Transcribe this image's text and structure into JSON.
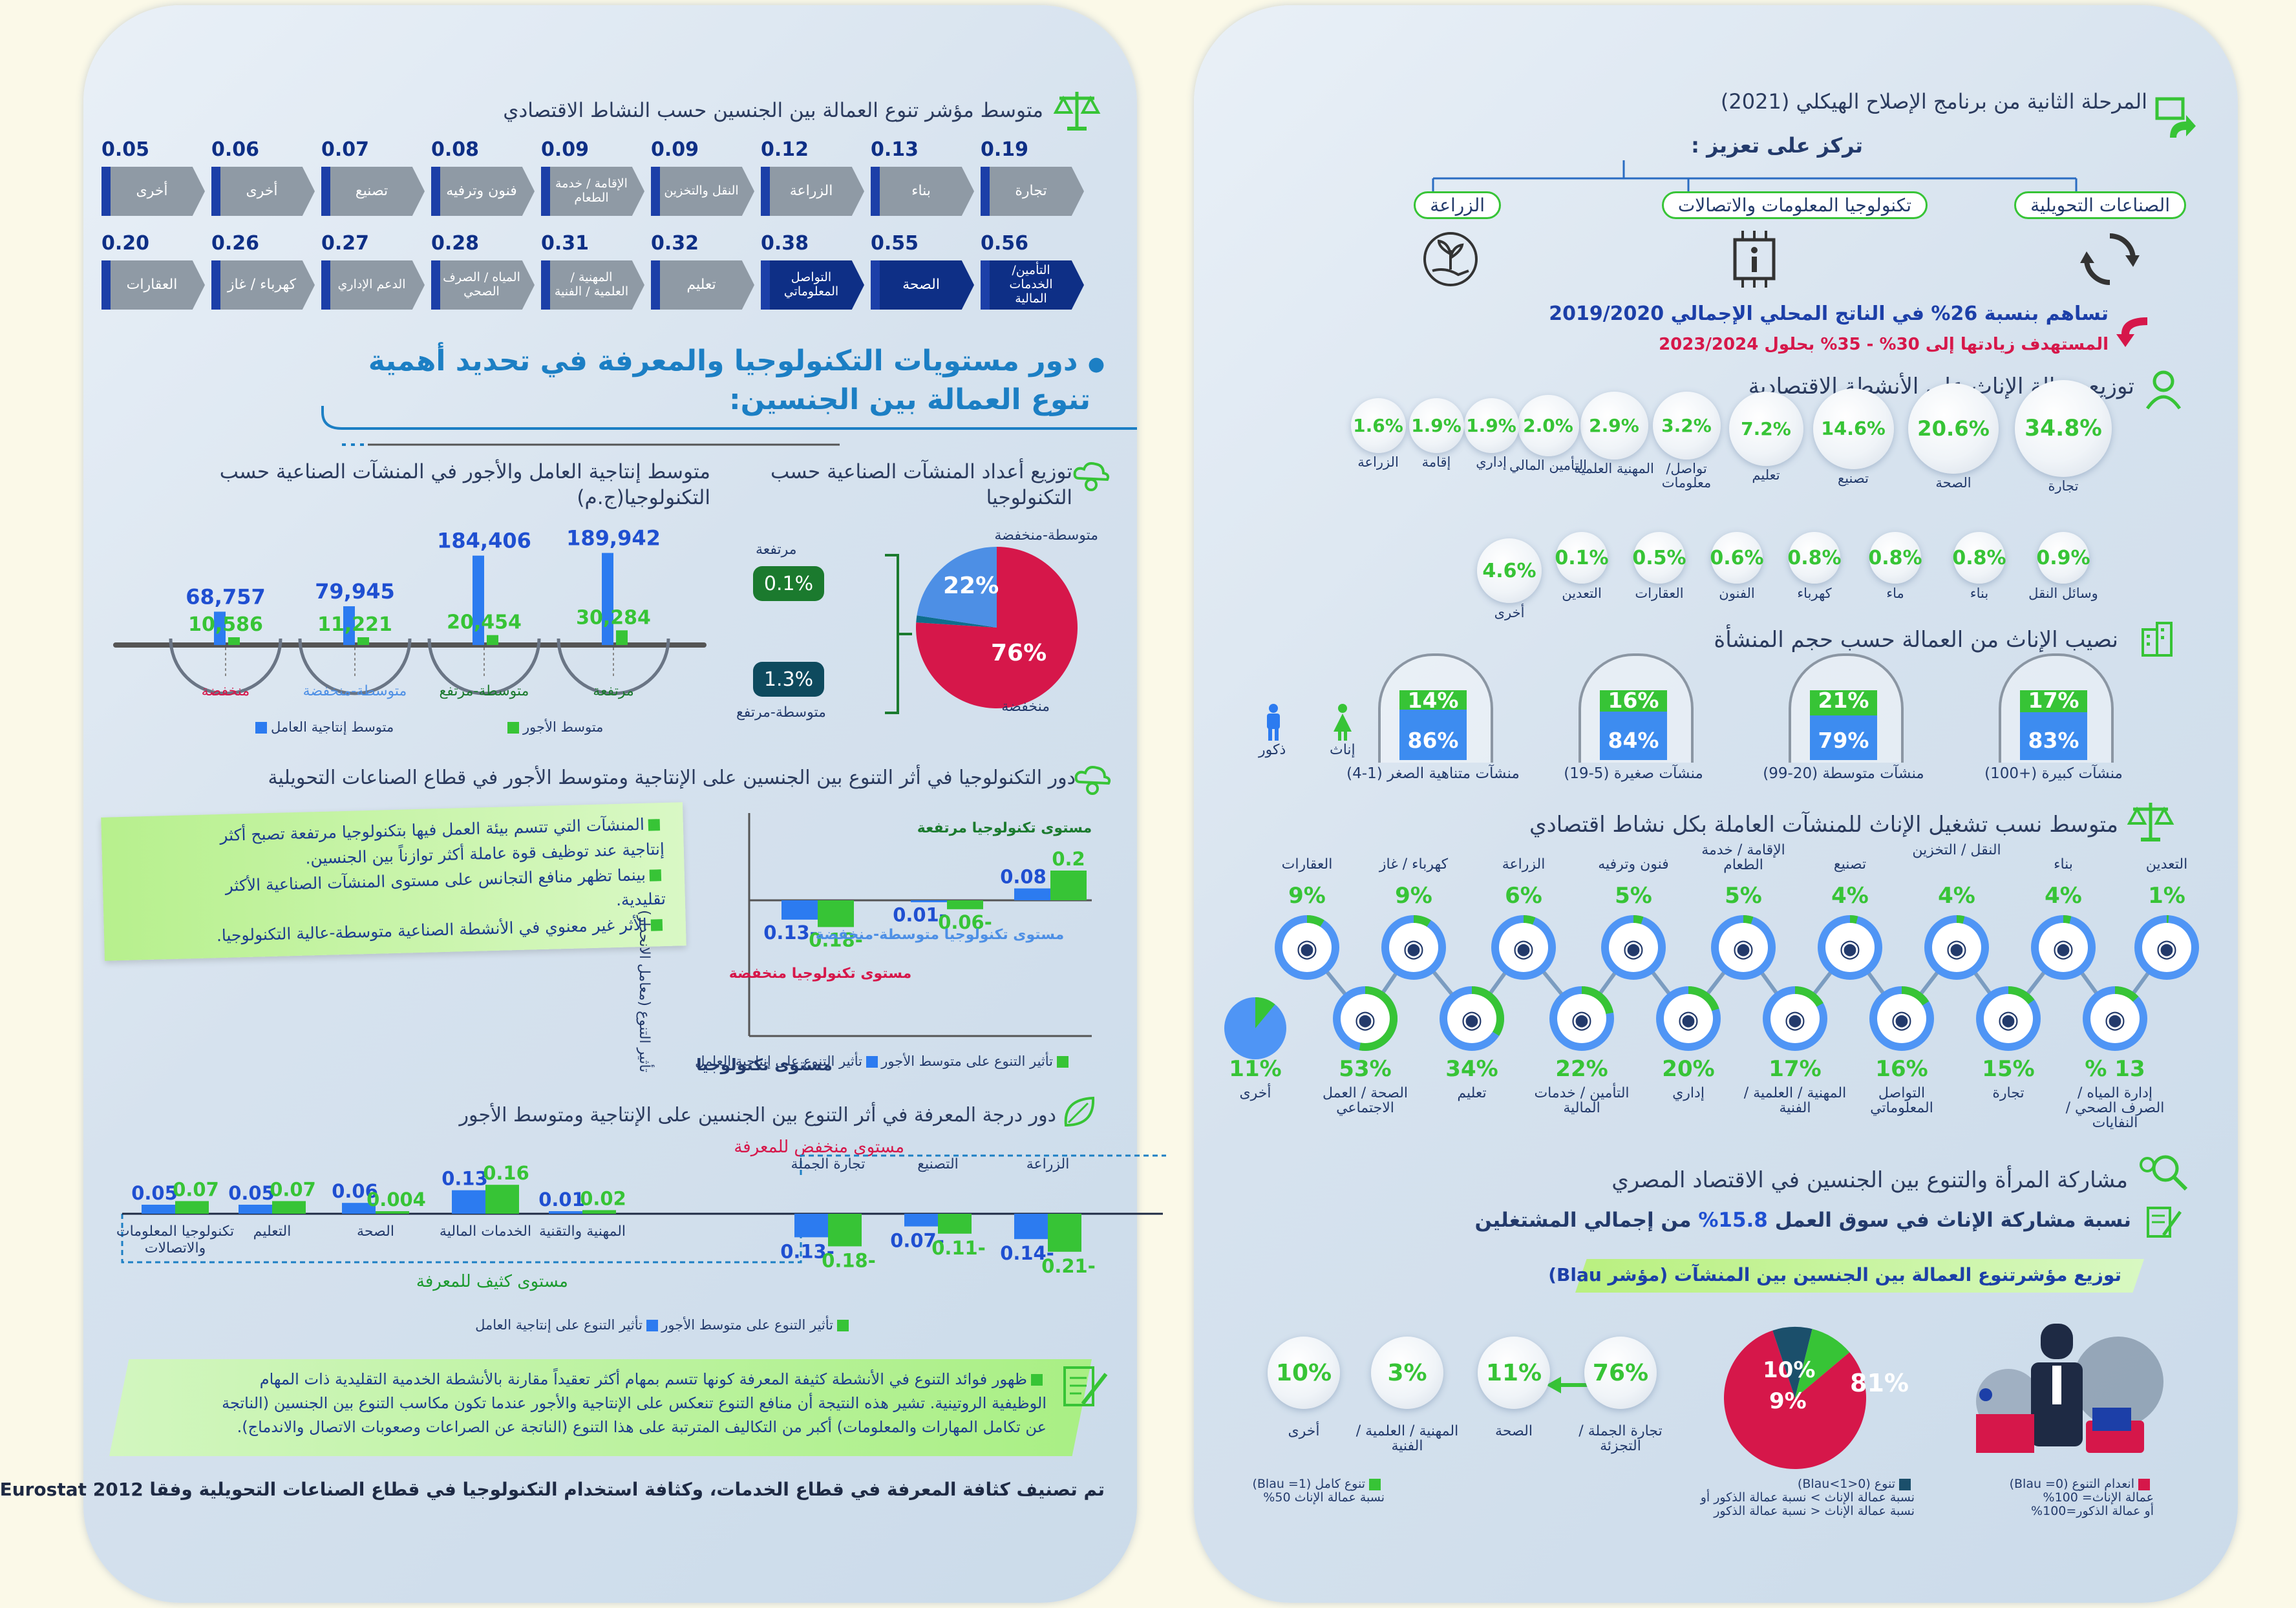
{
  "right": {
    "phase_title": "المرحلة الثانية من برنامج الإصلاح الهيكلي (2021)",
    "focus_label": "تركز على تعزيز :",
    "focus_pills": [
      "الصناعات التحويلية",
      "تكنولوجيا المعلومات والاتصالات",
      "الزراعة"
    ],
    "gdp_line": "تساهم بنسبة 26% في الناتج المحلي الإجمالي 2019/2020",
    "target_line": "المستهدف زيادتها إلى 30% - 35% بحلول 2023/2024",
    "female_dist_title": "توزيع عمالة الإناث على الأنشطة الاقتصادية",
    "female_dist_row1": [
      {
        "value": "34.8%",
        "label": "تجارة"
      },
      {
        "value": "20.6%",
        "label": "الصحة"
      },
      {
        "value": "14.6%",
        "label": "تصنيع"
      },
      {
        "value": "7.2%",
        "label": "تعليم"
      },
      {
        "value": "3.2%",
        "label": "تواصل/ معلومات"
      },
      {
        "value": "2.9%",
        "label": "المهنية العلمية"
      },
      {
        "value": "2.0%",
        "label": "التأمين المالي"
      },
      {
        "value": "1.9%",
        "label": "إداري"
      },
      {
        "value": "1.9%",
        "label": "إقامة"
      },
      {
        "value": "1.6%",
        "label": "الزراعة"
      }
    ],
    "female_dist_row2": [
      {
        "value": "0.9%",
        "label": "وسائل النقل"
      },
      {
        "value": "0.8%",
        "label": "بناء"
      },
      {
        "value": "0.8%",
        "label": "ماء"
      },
      {
        "value": "0.8%",
        "label": "كهرباء"
      },
      {
        "value": "0.6%",
        "label": "الفنون"
      },
      {
        "value": "0.5%",
        "label": "العقارات"
      },
      {
        "value": "0.1%",
        "label": "التعدين"
      },
      {
        "value": "4.6%",
        "label": "أخرى"
      }
    ],
    "size_title": "نصيب الإناث من العمالة حسب حجم المنشأة",
    "size_bars": [
      {
        "label": "منشآت كبيرة (+100)",
        "female": "17%",
        "male": "83%",
        "female_share": 17
      },
      {
        "label": "منشآت متوسطة (20-99)",
        "female": "21%",
        "male": "79%",
        "female_share": 21
      },
      {
        "label": "منشآت صغيرة (5-19)",
        "female": "16%",
        "male": "84%",
        "female_share": 16
      },
      {
        "label": "منشآت متناهية الصغر (1-4)",
        "female": "14%",
        "male": "86%",
        "female_share": 14
      }
    ],
    "size_legend": {
      "female": "إناث",
      "male": "ذكور"
    },
    "avg_female_title": "متوسط نسب تشغيل الإناث للمنشآت العاملة بكل نشاط اقتصادي",
    "avg_female_top": [
      {
        "label": "التعدين",
        "value": "1%",
        "pct": 1,
        "icon": "mining-icon"
      },
      {
        "label": "بناء",
        "value": "4%",
        "pct": 4,
        "icon": "construction-icon"
      },
      {
        "label": "النقل / التخزين",
        "value": "4%",
        "pct": 4,
        "icon": "truck-icon"
      },
      {
        "label": "تصنيع",
        "value": "4%",
        "pct": 4,
        "icon": "factory-icon"
      },
      {
        "label": "الإقامة / خدمة الطعام",
        "value": "5%",
        "pct": 5,
        "icon": "dining-icon"
      },
      {
        "label": "فنون وترفيه",
        "value": "5%",
        "pct": 5,
        "icon": "art-palette-icon"
      },
      {
        "label": "الزراعة",
        "value": "6%",
        "pct": 6,
        "icon": "tractor-icon"
      },
      {
        "label": "كهرباء / غاز",
        "value": "9%",
        "pct": 9,
        "icon": "power-gas-icon"
      },
      {
        "label": "العقارات",
        "value": "9%",
        "pct": 9,
        "icon": "buildings-icon"
      }
    ],
    "avg_female_bottom": [
      {
        "label": "إدارة المياه / الصرف الصحي / النفايات",
        "value": "13 %",
        "pct": 13,
        "icon": "water-pipe-icon"
      },
      {
        "label": "تجارة",
        "value": "15%",
        "pct": 15,
        "icon": "trade-icon"
      },
      {
        "label": "التواصل المعلوماتي",
        "value": "16%",
        "pct": 16,
        "icon": "communication-icon"
      },
      {
        "label": "المهنية / العلمية / الفنية",
        "value": "17%",
        "pct": 17,
        "icon": "brain-icon"
      },
      {
        "label": "إداري",
        "value": "20%",
        "pct": 20,
        "icon": "office-desk-icon"
      },
      {
        "label": "التأمين / خدمات المالية",
        "value": "22%",
        "pct": 22,
        "icon": "coins-icon"
      },
      {
        "label": "تعليم",
        "value": "34%",
        "pct": 34,
        "icon": "teaching-icon"
      },
      {
        "label": "الصحة / العمل الاجتماعي",
        "value": "53%",
        "pct": 53,
        "icon": "stethoscope-icon"
      },
      {
        "label": "أخرى",
        "value": "11%",
        "pct": 11,
        "icon": "pie-icon"
      }
    ],
    "women_title": "مشاركة المرأة والتنوع بين الجنسين في الاقتصاد المصري",
    "women_line_pre": "نسبة مشاركة الإناث في سوق العمل",
    "women_line_value": "15.8%",
    "women_line_post": "من إجمالي المشتغلين",
    "blau_title": "توزيع مؤشرتنوع العمالة بين الجنسين بين المنشآت (مؤشر Blau)",
    "blau_pie": {
      "red": "81%",
      "teal": "9%",
      "green": "10%"
    },
    "blau_circles": [
      {
        "value": "76%",
        "label": "تجارة الجملة / التجزئة"
      },
      {
        "value": "11%",
        "label": "الصحة"
      },
      {
        "value": "3%",
        "label": "المهنية / العلمية / الفنية"
      },
      {
        "value": "10%",
        "label": "أخرى"
      }
    ],
    "blau_legend": [
      {
        "title": "انعدام التنوع (Blau =0)",
        "l1": "عمالة الإناث= 100%",
        "l2": "أو عمالة الذكور=100%"
      },
      {
        "title": "تنوع (0<Blau<1)",
        "l1": "نسبة عمالة الإناث > نسبة عمالة الذكور أو",
        "l2": "نسبة عمالة الإناث < نسبة عمالة الذكور"
      },
      {
        "title": "تنوع كامل (Blau =1)",
        "l1": "نسبة عمالة الإناث 50%",
        "l2": ""
      }
    ]
  },
  "left": {
    "index_title": "متوسط مؤشر تنوع العمالة بين الجنسين حسب النشاط الاقتصادي",
    "index_row1": [
      {
        "label": "تجارة",
        "value": "0.19"
      },
      {
        "label": "بناء",
        "value": "0.13"
      },
      {
        "label": "الزراعة",
        "value": "0.12"
      },
      {
        "label": "النقل والتخزين",
        "value": "0.09"
      },
      {
        "label": "الإقامة / خدمة الطعام",
        "value": "0.09"
      },
      {
        "label": "فنون وترفيه",
        "value": "0.08"
      },
      {
        "label": "تصنيع",
        "value": "0.07"
      },
      {
        "label": "أخرى",
        "value": "0.06"
      },
      {
        "label": "أخرى",
        "value": "0.05"
      }
    ],
    "index_row2": [
      {
        "label": "التأمين/ الخدمات المالية",
        "value": "0.56"
      },
      {
        "label": "الصحة",
        "value": "0.55"
      },
      {
        "label": "التواصل المعلوماتي",
        "value": "0.38"
      },
      {
        "label": "تعليم",
        "value": "0.32"
      },
      {
        "label": "المهنية / العلمية / الفنية",
        "value": "0.31"
      },
      {
        "label": "المياه / الصرف الصحي",
        "value": "0.28"
      },
      {
        "label": "الدعم الإداري",
        "value": "0.27"
      },
      {
        "label": "كهرباء / غاز",
        "value": "0.26"
      },
      {
        "label": "العقارات",
        "value": "0.20"
      }
    ],
    "role_title_1": "دور مستويات التكنولوجيا والمعرفة في تحديد أهمية",
    "role_title_2": "تنوع العمالة بين الجنسين:",
    "dist_title_1": "توزيع أعداد المنشآت الصناعية حسب",
    "dist_title_2": "التكنولوجيا",
    "prod_title_1": "متوسط إنتاجية العامل والأجور في المنشآت الصناعية حسب",
    "prod_title_2": "التكنولوجيا(ج.م)",
    "tech_labels": {
      "high": "مرتفعة",
      "high_val": "0.1%",
      "medhigh": "متوسطة-مرتفع",
      "medhigh_val": "1.3%",
      "medlow": "متوسطة-منخفضة",
      "low": "منخفضة"
    },
    "prod_legend": {
      "wage": "متوسط الأجور",
      "prod": "متوسط إنتاجية العامل"
    },
    "tech_effect_title": "دور التكنولوجيا في أثر التنوع بين الجنسين على الإنتاجية ومتوسط الأجور في قطاع الصناعات التحويلية",
    "tech_notes": [
      "المنشآت التي تتسم بيئة العمل فيها بتكنولوجيا مرتفعة تصبح أكثر",
      "إنتاجية عند توظيف قوة عاملة أكثر توازناً بين الجنسين.",
      "بينما تظهر منافع التجانس على مستوى المنشآت الصناعية الأكثر",
      "تقليدية.",
      "الأثر غير معنوي في الأنشطة الصناعية متوسطة-عالية التكنولوجيا."
    ],
    "tech_effect_ylabel": "تأثير التنوع (معامل الانحدار)",
    "tech_effect_xlabel": "مستوى تكنولوجيا",
    "tech_effect_legend": {
      "wage": "تأثير التنوع على متوسط الأجور",
      "prod": "تأثير التنوع على إنتاجية العامل"
    },
    "know_title": "دور درجة المعرفة في أثر التنوع بين الجنسين على الإنتاجية ومتوسط الأجور",
    "know_low_label": "مستوى منخفض للمعرفة",
    "know_high_label": "مستوى كثيف للمعرفة",
    "bottom_note": [
      "ظهور فوائد التنوع في الأنشطة كثيفة المعرفة كونها تتسم بمهام أكثر تعقيداً مقارنة بالأنشطة الخدمية التقليدية ذات المهام",
      "الوظيفية الروتينية. تشير هذه النتيجة أن منافع التنوع تنعكس على الإنتاجية والأجور عندما تكون مكاسب التنوع بين الجنسين (الناتجة",
      "عن تكامل المهارات والمعلومات) أكبر من التكاليف المترتبة على هذا التنوع (الناتجة عن الصراعات وصعوبات الاتصال والاندماج)."
    ],
    "footer": "تم تصنيف كثافة المعرفة في قطاع الخدمات، وكثافة استخدام التكنولوجيا في قطاع الصناعات التحويلية وفقا Eurostat 2012"
  },
  "chart_data": [
    {
      "type": "pie",
      "title": "توزيع أعداد المنشآت الصناعية حسب التكنولوجيا",
      "categories": [
        "منخفضة",
        "متوسطة-منخفضة",
        "متوسطة-مرتفع",
        "مرتفعة"
      ],
      "values": [
        76,
        22,
        1.3,
        0.1
      ],
      "value_labels": [
        "76%",
        "22%",
        "1.3%",
        "0.1%"
      ],
      "colors": [
        "#d6174a",
        "#4d8fe5",
        "#0e6e8c",
        "#2c9e3e"
      ]
    },
    {
      "type": "bar",
      "title": "متوسط إنتاجية العامل والأجور في المنشآت الصناعية حسب التكنولوجيا(ج.م)",
      "categories": [
        "مرتفعة",
        "متوسطة-مرتفع",
        "متوسطة-منخفضة",
        "منخفضة"
      ],
      "series": [
        {
          "name": "متوسط إنتاجية العامل",
          "values": [
            189942,
            184406,
            79945,
            68757
          ],
          "labels": [
            "189,942",
            "184,406",
            "79,945",
            "68,757"
          ]
        },
        {
          "name": "متوسط الأجور",
          "values": [
            30284,
            20454,
            11221,
            10586
          ],
          "labels": [
            "30,284",
            "20,454",
            "11,221",
            "10,586"
          ]
        }
      ],
      "ylim": [
        0,
        200000
      ]
    },
    {
      "type": "bar",
      "title": "دور التكنولوجيا في أثر التنوع بين الجنسين على الإنتاجية ومتوسط الأجور في قطاع الصناعات التحويلية",
      "categories": [
        "مستوى تكنولوجيا منخفضة",
        "مستوى تكنولوجيا متوسطة-منخفضة",
        "مستوى تكنولوجيا مرتفعة"
      ],
      "series": [
        {
          "name": "تأثير التنوع على إنتاجية العامل",
          "values": [
            -0.13,
            -0.01,
            0.08
          ]
        },
        {
          "name": "تأثير التنوع على متوسط الأجور",
          "values": [
            -0.18,
            -0.06,
            0.2
          ]
        }
      ],
      "ylabel": "تأثير التنوع (معامل الانحدار)",
      "xlabel": "مستوى تكنولوجيا",
      "ylim": [
        -0.25,
        0.25
      ]
    },
    {
      "type": "bar",
      "title": "دور درجة المعرفة في أثر التنوع بين الجنسين على الإنتاجية ومتوسط الأجور",
      "categories": [
        "تكنولوجيا المعلومات والاتصالات",
        "التعليم",
        "الصحة",
        "الخدمات المالية",
        "المهنية والتقنية",
        "تجارة الجملة",
        "التصنيع",
        "الزراعة"
      ],
      "series": [
        {
          "name": "تأثير التنوع على إنتاجية العامل",
          "values": [
            0.05,
            0.05,
            0.06,
            0.13,
            0.01,
            -0.13,
            -0.07,
            -0.14
          ]
        },
        {
          "name": "تأثير التنوع على متوسط الأجور",
          "values": [
            0.07,
            0.07,
            0.004,
            0.16,
            0.02,
            -0.18,
            -0.11,
            -0.21
          ]
        }
      ],
      "ylim": [
        -0.25,
        0.2
      ]
    },
    {
      "type": "pie",
      "title": "توزيع مؤشرتنوع العمالة بين الجنسين بين المنشآت (مؤشر Blau)",
      "categories": [
        "انعدام التنوع (Blau =0)",
        "تنوع (0<Blau<1)",
        "تنوع كامل (Blau =1)"
      ],
      "values": [
        81,
        9,
        10
      ],
      "colors": [
        "#d6174a",
        "#1b4f6b",
        "#37c436"
      ]
    }
  ],
  "colors": {
    "navy": "#0e2f86",
    "blue": "#2c7bf0",
    "green": "#37c436",
    "red": "#d6174a",
    "teal": "#0e6e8c",
    "gray": "#8f9aa5"
  }
}
